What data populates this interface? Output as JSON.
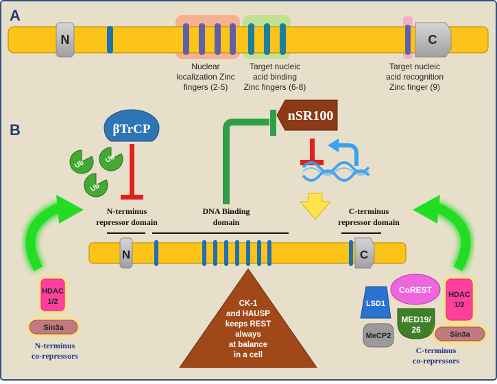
{
  "panel_a": {
    "label": "A",
    "n_label": "N",
    "c_label": "C",
    "nls_caption": [
      "Nuclear",
      "localization Zinc",
      "fingers (2-5)"
    ],
    "binding_caption": [
      "Target nucleic",
      "acid binding",
      "Zinc fingers (6-8)"
    ],
    "recognition_caption": [
      "Target nucleic",
      "acid recognition",
      "Zinc finger (9)"
    ]
  },
  "panel_b": {
    "label": "B",
    "btrcp": "βTrCP",
    "ub": "Ub",
    "nsr100": "nSR100",
    "n_terminus": [
      "N-terminus",
      "repressor domain"
    ],
    "dna_binding": [
      "DNA Binding",
      "domain"
    ],
    "c_terminus": [
      "C-terminus",
      "repressor domain"
    ],
    "n_label": "N",
    "c_label": "C",
    "left_hdac": [
      "HDAC",
      "1/2"
    ],
    "left_sin3a": "Sin3a",
    "n_corepressors": [
      "N-terminus",
      "co-repressors"
    ],
    "triangle_text": [
      "CK-1",
      "and HAUSP",
      "keeps REST",
      "always",
      "at balance",
      "in a cell"
    ],
    "corest": "CoREST",
    "lsd1": "LSD1",
    "mecp2": "MeCP2",
    "med": [
      "MED19/",
      "26"
    ],
    "right_hdac": [
      "HDAC",
      "1/2"
    ],
    "right_sin3a": "Sin3a",
    "c_corepressors": [
      "C-terminus",
      "co-repressors"
    ]
  },
  "colors": {
    "background": "#e8dfcb",
    "protein": "#fcc419",
    "zinc_finger_blue": "#1f6fb2",
    "zinc_finger_purple": "#6060a8",
    "nls_highlight": "#f4a582",
    "binding_highlight": "#b8e08a",
    "btrcp": "#2e75b6",
    "ub_green": "#44a832",
    "nsr100": "#8b3a16",
    "inhibit_red": "#e02020",
    "dna_blue": "#3aa0f0",
    "arrow_green": "#22dd22",
    "hdac_pink": "#ff3f9e",
    "sin3a": "#c27a7f",
    "corest": "#ee66dd",
    "lsd1": "#2a72d0",
    "med": "#3f7f28",
    "mecp2": "#9a9a9a",
    "triangle": "#a04818"
  }
}
